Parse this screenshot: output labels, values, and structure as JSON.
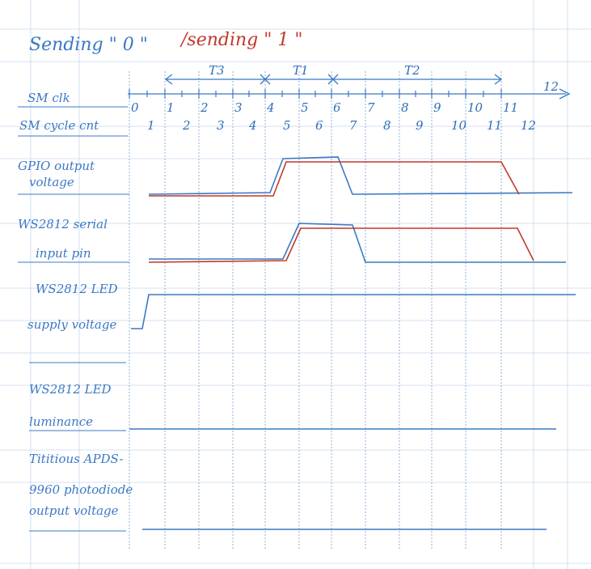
{
  "title": {
    "part1": "Sending \" 0 \"",
    "part2": "/sending \" 1 \""
  },
  "timing_labels": [
    "T3",
    "T1",
    "T2"
  ],
  "row_labels": {
    "sm_clk": "SM clk",
    "sm_cycle_cnt": "SM cycle cnt",
    "gpio_1": "GPIO output",
    "gpio_2": "voltage",
    "ws_input_1": "WS2812 serial",
    "ws_input_2": "input pin",
    "led_supply_1": "WS2812 LED",
    "led_supply_2": "supply voltage",
    "led_lum_1": "WS2812 LED",
    "led_lum_2": "luminance",
    "photo_1": "Tititious APDS-",
    "photo_2": "9960 photodiode",
    "photo_3": "output voltage"
  },
  "clk_tick_labels": [
    "0",
    "1",
    "2",
    "3",
    "4",
    "5",
    "6",
    "7",
    "8",
    "9",
    "10",
    "11",
    "12"
  ],
  "cycle_count_labels": [
    "1",
    "2",
    "3",
    "4",
    "5",
    "6",
    "7",
    "8",
    "9",
    "10",
    "11",
    "12"
  ],
  "colors": {
    "ink": "#3b78c4",
    "red": "#c0392b",
    "grid": "#b9cde6",
    "dotted": "#8fb0d8"
  }
}
